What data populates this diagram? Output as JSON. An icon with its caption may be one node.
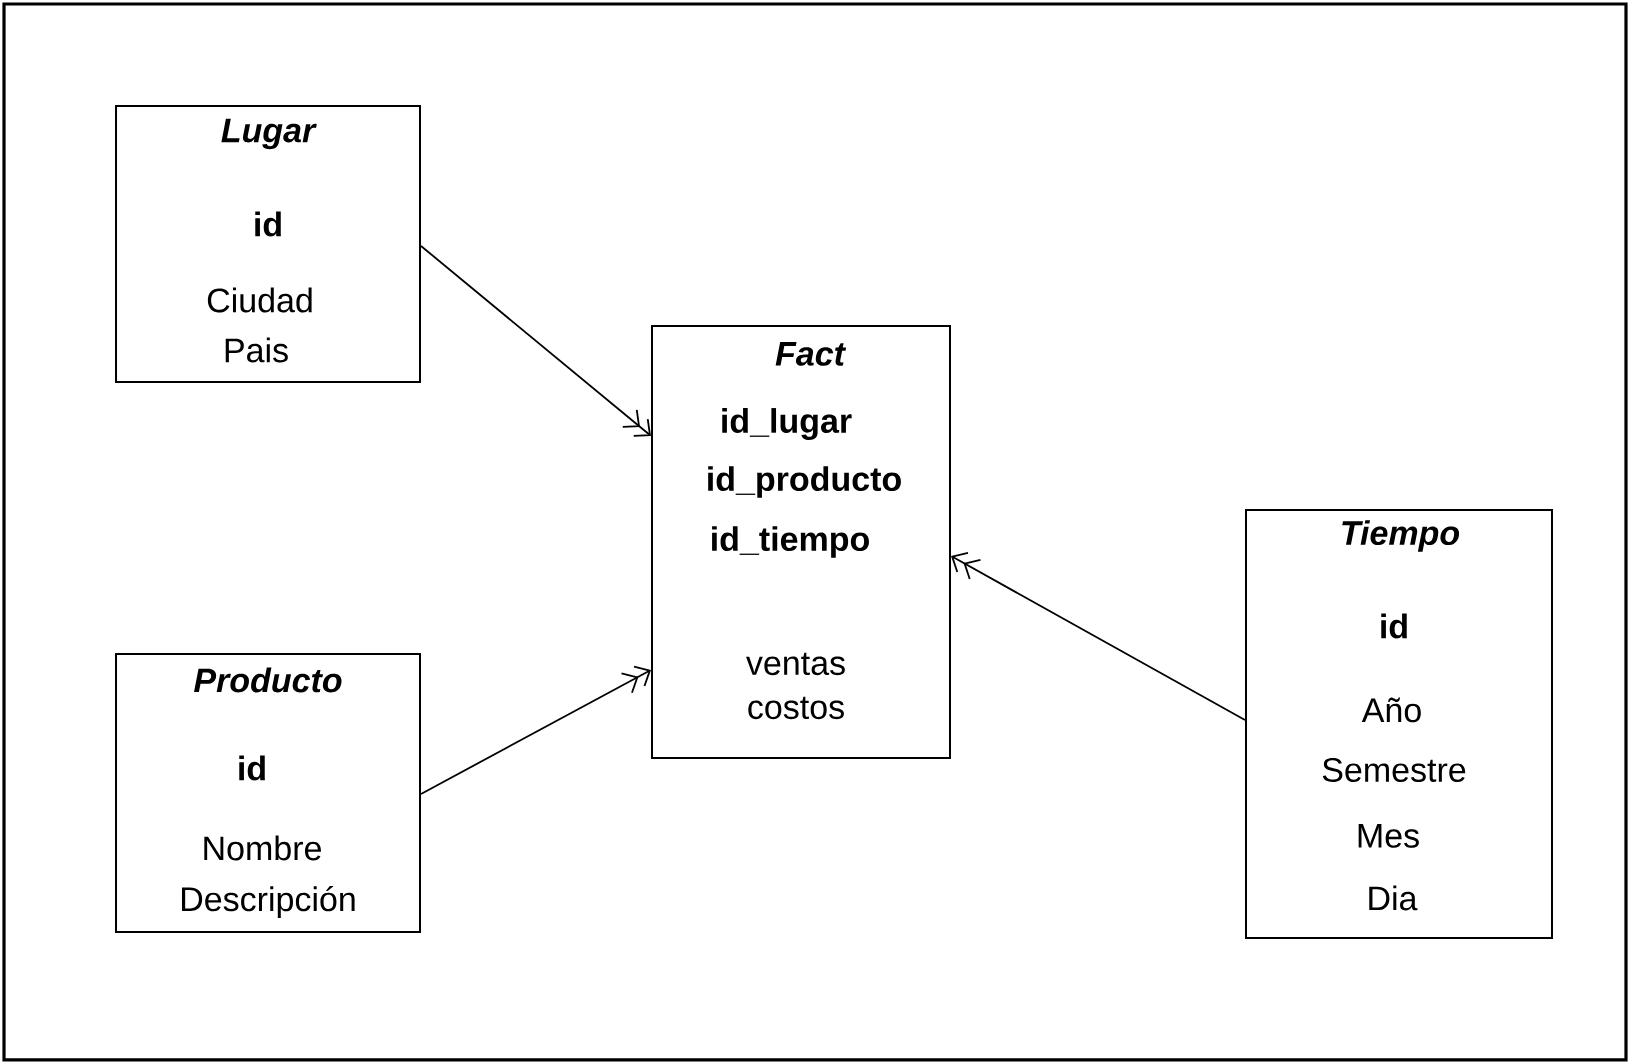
{
  "diagram": {
    "nodes": [
      {
        "text": [
          "Lugar",
          "id",
          "Ciudad",
          "Pais"
        ]
      },
      {
        "text": [
          "Producto",
          "id",
          "Nombre",
          "Descripción"
        ]
      },
      {
        "text": [
          "Fact",
          "id_lugar",
          "id_producto",
          "id_tiempo",
          "ventas",
          "costos"
        ]
      },
      {
        "text": [
          "Tiempo",
          "id",
          "Año",
          "Semestre",
          "Mes",
          "Dia"
        ]
      }
    ],
    "edges": [
      {
        "from": 0,
        "to": 2,
        "arrow": "to"
      },
      {
        "from": 1,
        "to": 2,
        "arrow": "to"
      },
      {
        "from": 3,
        "to": 2,
        "arrow": "to"
      }
    ]
  }
}
